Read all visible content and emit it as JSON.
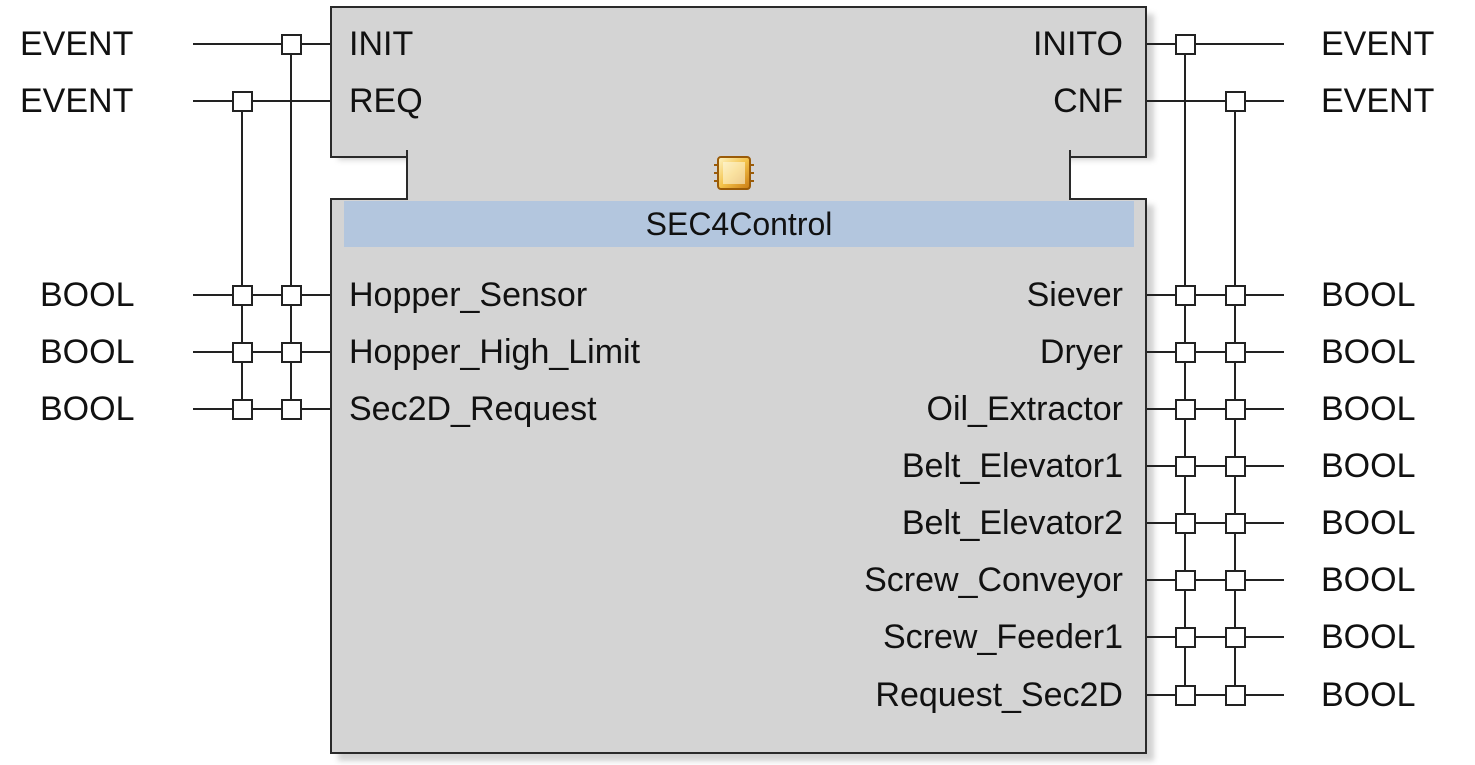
{
  "function_block": {
    "type_name": "SEC4Control",
    "icon": "function-block-icon",
    "event_inputs": [
      {
        "name": "INIT",
        "type": "EVENT"
      },
      {
        "name": "REQ",
        "type": "EVENT"
      }
    ],
    "event_outputs": [
      {
        "name": "INITO",
        "type": "EVENT"
      },
      {
        "name": "CNF",
        "type": "EVENT"
      }
    ],
    "data_inputs": [
      {
        "name": "Hopper_Sensor",
        "type": "BOOL"
      },
      {
        "name": "Hopper_High_Limit",
        "type": "BOOL"
      },
      {
        "name": "Sec2D_Request",
        "type": "BOOL"
      }
    ],
    "data_outputs": [
      {
        "name": "Siever",
        "type": "BOOL"
      },
      {
        "name": "Dryer",
        "type": "BOOL"
      },
      {
        "name": "Oil_Extractor",
        "type": "BOOL"
      },
      {
        "name": "Belt_Elevator1",
        "type": "BOOL"
      },
      {
        "name": "Belt_Elevator2",
        "type": "BOOL"
      },
      {
        "name": "Screw_Conveyor",
        "type": "BOOL"
      },
      {
        "name": "Screw_Feeder1",
        "type": "BOOL"
      },
      {
        "name": "Request_Sec2D",
        "type": "BOOL"
      }
    ]
  },
  "colors": {
    "body_fill": "#d4d4d4",
    "type_name_band": "#b3c6de",
    "outline": "#222222",
    "icon_fill": "#e8a52c"
  }
}
